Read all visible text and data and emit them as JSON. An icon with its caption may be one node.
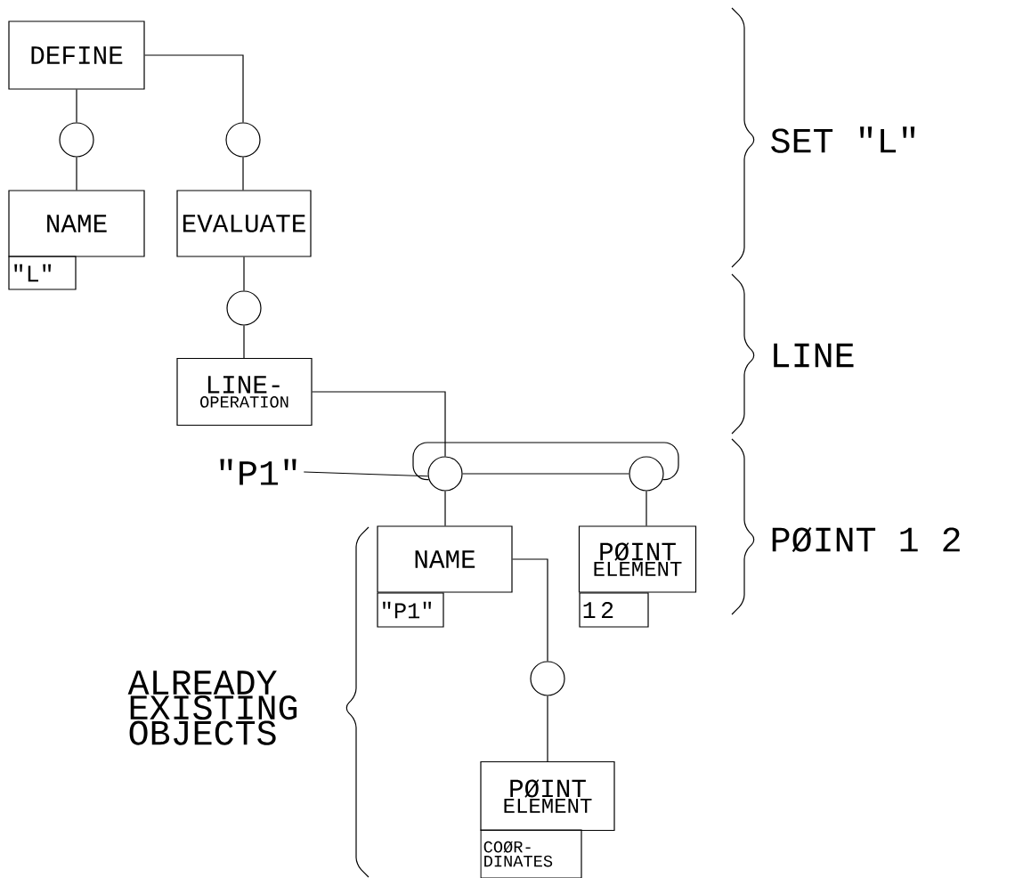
{
  "diagram": {
    "nodes": [
      {
        "text": [
          "DEFINE"
        ]
      },
      {
        "text": [],
        "shape": "circle"
      },
      {
        "text": [],
        "shape": "circle"
      },
      {
        "text": [
          "NAME"
        ]
      },
      {
        "text": [
          "\"L\""
        ]
      },
      {
        "text": [
          "EVALUATE"
        ]
      },
      {
        "text": [],
        "shape": "circle"
      },
      {
        "text": [
          "LINE-",
          "OPERATION"
        ]
      },
      {
        "text": [
          "\"P1\""
        ]
      },
      {
        "text": [],
        "shape": "circle"
      },
      {
        "text": [],
        "shape": "circle"
      },
      {
        "text": [
          "NAME"
        ]
      },
      {
        "text": [
          "\"P1\""
        ]
      },
      {
        "text": [
          "PØINT",
          "ELEMENT"
        ]
      },
      {
        "text": [
          "1 2"
        ]
      },
      {
        "text": [],
        "shape": "circle"
      },
      {
        "text": [
          "PØINT",
          "ELEMENT"
        ]
      },
      {
        "text": [
          "COØR- DINATES"
        ]
      }
    ],
    "edges": [
      {
        "from": 0,
        "to": 1,
        "arrow": "none"
      },
      {
        "from": 1,
        "to": 3,
        "arrow": "none"
      },
      {
        "from": 0,
        "to": 2,
        "arrow": "none"
      },
      {
        "from": 2,
        "to": 5,
        "arrow": "none"
      },
      {
        "from": 5,
        "to": 6,
        "arrow": "none"
      },
      {
        "from": 6,
        "to": 7,
        "arrow": "none"
      },
      {
        "from": 7,
        "to": 9,
        "arrow": "none"
      },
      {
        "from": 8,
        "to": 9,
        "arrow": "none"
      },
      {
        "from": 9,
        "to": 10,
        "arrow": "none"
      },
      {
        "from": 9,
        "to": 10,
        "arrow": "none"
      },
      {
        "from": 9,
        "to": 11,
        "arrow": "none"
      },
      {
        "from": 10,
        "to": 13,
        "arrow": "none"
      },
      {
        "from": 11,
        "to": 15,
        "arrow": "none"
      },
      {
        "from": 15,
        "to": 16,
        "arrow": "none"
      }
    ],
    "labels": [
      "SET \"L\"",
      "LINE",
      "PØINT 1 2",
      "ALREADY EXISTING OBJECTS"
    ]
  }
}
